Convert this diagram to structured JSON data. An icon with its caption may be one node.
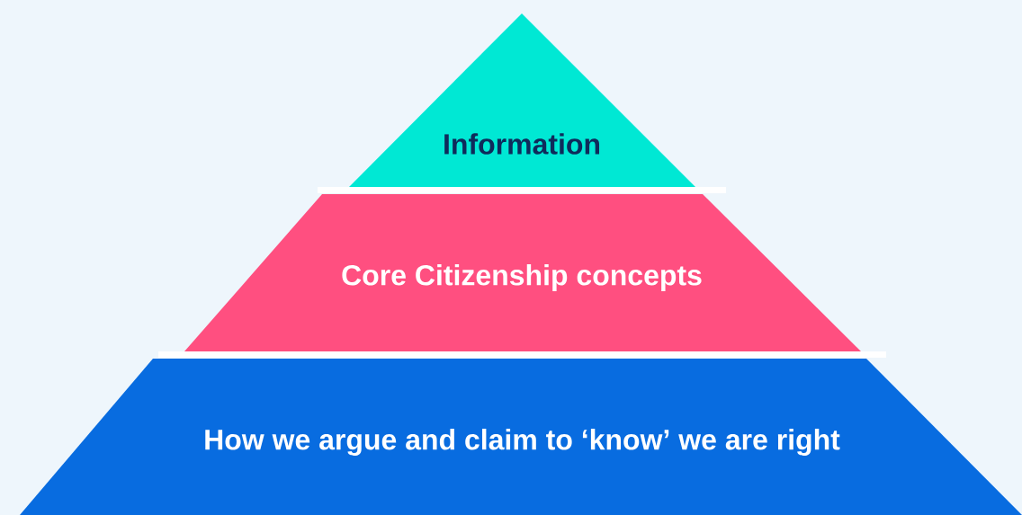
{
  "diagram": {
    "nodes": [
      {
        "text": [
          "Information"
        ]
      },
      {
        "text": [
          "Core Citizenship concepts"
        ]
      },
      {
        "text": [
          "How we argue and claim to ‘know’ we are right"
        ]
      }
    ]
  }
}
